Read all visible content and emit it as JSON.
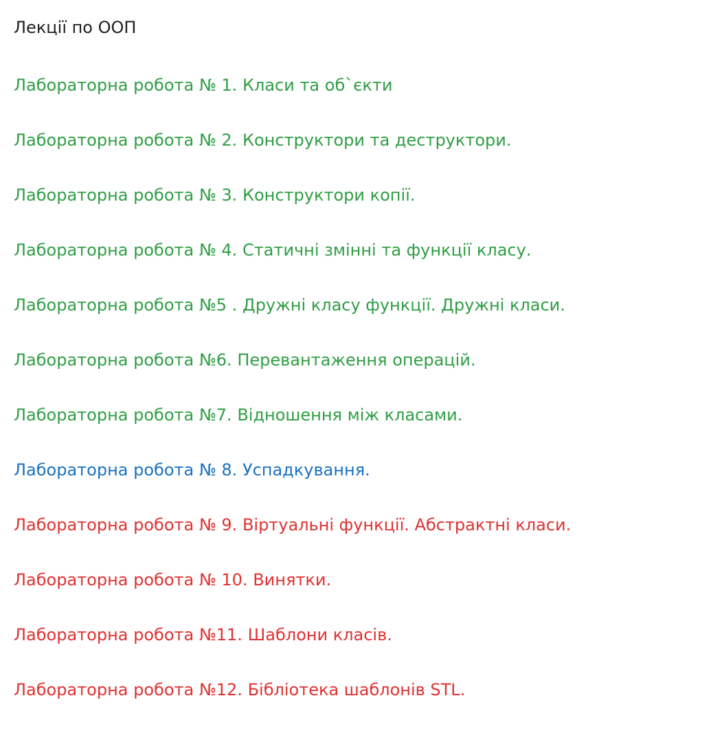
{
  "title": "Лекції по ООП",
  "colors": {
    "done": "#2f9e44",
    "current": "#1971c2",
    "todo": "#e03131",
    "title": "#1e1e1e"
  },
  "labs": [
    {
      "label": "Лабораторна робота № 1. Класи та об`єкти",
      "status": "done"
    },
    {
      "label": "Лабораторна робота № 2. Конструктори та деструктори.",
      "status": "done"
    },
    {
      "label": "Лабораторна робота № 3. Конструктори копії.",
      "status": "done"
    },
    {
      "label": "Лабораторна робота № 4. Статичні змінні та функції класу.",
      "status": "done"
    },
    {
      "label": "Лабораторна робота №5 . Дружні класу функції. Дружні класи.",
      "status": "done"
    },
    {
      "label": "Лабораторна робота №6. Перевантаження операцій.",
      "status": "done"
    },
    {
      "label": "Лабораторна робота №7. Відношення між класами.",
      "status": "done"
    },
    {
      "label": "Лабораторна робота № 8. Успадкування.",
      "status": "current"
    },
    {
      "label": "Лабораторна робота № 9. Віртуальні функції. Абстрактні класи.",
      "status": "todo"
    },
    {
      "label": "Лабораторна робота № 10. Винятки.",
      "status": "todo"
    },
    {
      "label": "Лабораторна робота №11. Шаблони класів.",
      "status": "todo"
    },
    {
      "label": "Лабораторна робота №12. Бібліотека шаблонів STL.",
      "status": "todo"
    }
  ]
}
